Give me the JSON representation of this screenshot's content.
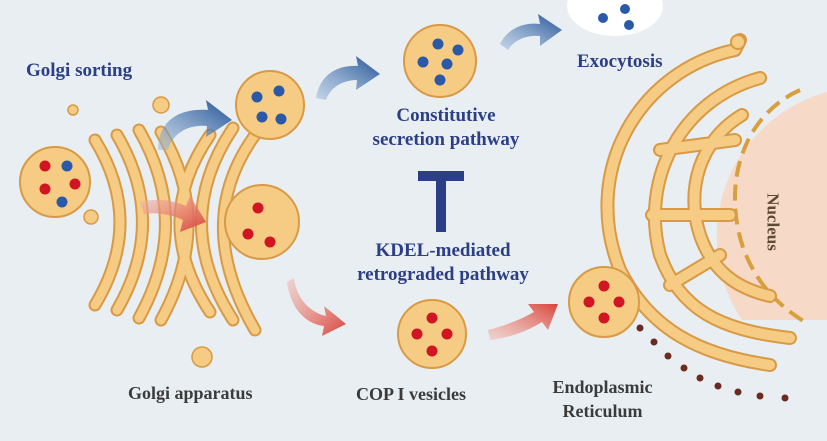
{
  "labels": {
    "golgi_sorting": "Golgi sorting",
    "constitutive_line1": "Constitutive",
    "constitutive_line2": "secretion pathway",
    "kdel_line1": "KDEL-mediated",
    "kdel_line2": "retrograded pathway",
    "exocytosis": "Exocytosis",
    "golgi_apparatus": "Golgi apparatus",
    "copi_vesicles": "COP I vesicles",
    "er_line1": "Endoplasmic",
    "er_line2": "Reticulum",
    "nucleus": "Nucleus"
  },
  "colors": {
    "background": "#e8eef2",
    "membrane_fill": "#f6cb83",
    "membrane_stroke": "#d89a45",
    "blue_cargo": "#2a5aa7",
    "red_cargo": "#d01622",
    "label_blue": "#2c3f86",
    "label_dark": "#3b3b3b",
    "arrow_blue": "#2e5c9a",
    "arrow_red": "#d8584b",
    "ribosome": "#6b2a22"
  },
  "icons": {
    "inhibition_symbol": "t-bar-icon",
    "secretion_arrow": "blue-curved-arrow-icon",
    "retrograde_arrow": "red-curved-arrow-icon"
  }
}
